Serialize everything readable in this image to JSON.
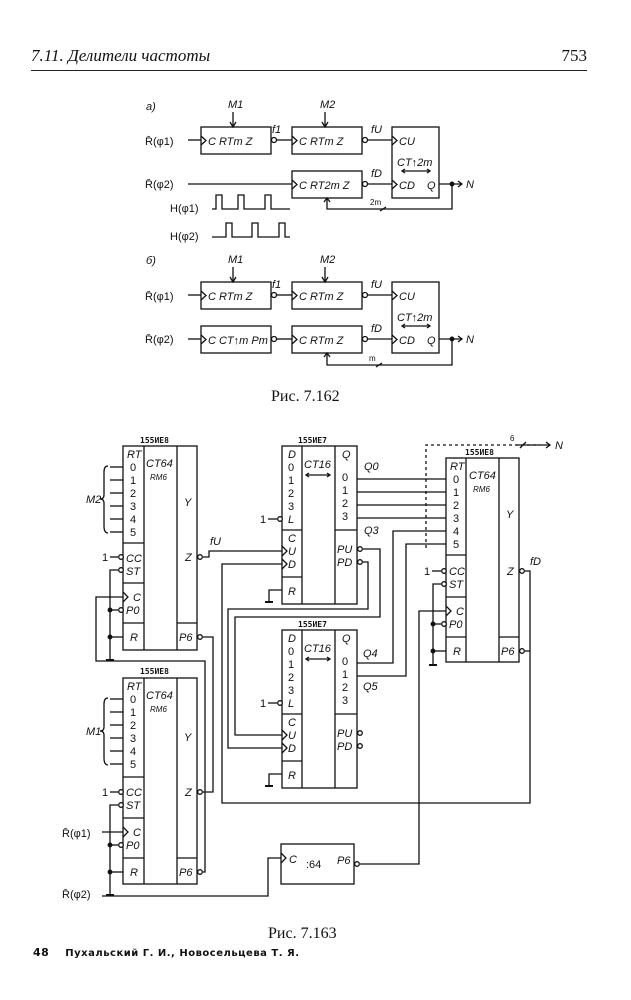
{
  "header": {
    "section": "7.11.  Делители частоты",
    "page_number": "753"
  },
  "fig162": {
    "caption": "Рис. 7.162",
    "a": {
      "label": "а)",
      "inputs": [
        "R̄(φ1)",
        "R̄(φ2)"
      ],
      "waveform_labels": [
        "H(φ1)",
        "H(φ2)"
      ],
      "block1": "C  RTm  Z",
      "block2": "C  RTm  Z",
      "block3": "C  RT2m  Z",
      "counter": {
        "cu": "CU",
        "cd": "CD",
        "name": "CT↑2m",
        "q": "Q"
      },
      "m_labels": [
        "M1",
        "M2"
      ],
      "signals": [
        "f1",
        "fU",
        "fD"
      ],
      "bus_width": "2m",
      "output": "N"
    },
    "b": {
      "label": "б)",
      "inputs": [
        "R̄(φ1)",
        "R̄(φ2)"
      ],
      "block1": "C  RTm  Z",
      "block2": "C  RTm  Z",
      "block3": "C  CT↑m  Pm",
      "block4": "C  RTm  Z",
      "counter": {
        "cu": "CU",
        "cd": "CD",
        "name": "CT↑2m",
        "q": "Q"
      },
      "m_labels": [
        "M1",
        "M2"
      ],
      "signals": [
        "f1",
        "fU",
        "fD"
      ],
      "bus_width": "m",
      "output": "N"
    }
  },
  "fig163": {
    "caption": "Рис. 7.163",
    "chips": {
      "ie8_top": {
        "part": "155ИЕ8",
        "func": "CT64",
        "func2": "RM6",
        "rt": "RT",
        "inputs": [
          "0",
          "1",
          "2",
          "3",
          "4",
          "5"
        ],
        "cc": "CC",
        "st": "ST",
        "c": "C",
        "p0": "P0",
        "r": "R",
        "y": "Y",
        "z": "Z",
        "p6": "P6",
        "bus": "M2"
      },
      "ie7_top": {
        "part": "155ИЕ7",
        "func": "CT16",
        "d": "D",
        "inputs": [
          "0",
          "1",
          "2",
          "3"
        ],
        "l": "L",
        "c": "C",
        "u": "U",
        "dn": "D",
        "r": "R",
        "q": "Q",
        "outputs": [
          "0",
          "1",
          "2",
          "3"
        ],
        "pu": "PU",
        "pd": "PD"
      },
      "ie7_bot": {
        "part": "155ИЕ7",
        "func": "CT16",
        "d": "D",
        "inputs": [
          "0",
          "1",
          "2",
          "3"
        ],
        "l": "L",
        "c": "C",
        "u": "U",
        "dn": "D",
        "r": "R",
        "q": "Q",
        "outputs": [
          "0",
          "1",
          "2",
          "3"
        ],
        "pu": "PU",
        "pd": "PD"
      },
      "ie8_right": {
        "part": "155ИЕ8",
        "func": "CT64",
        "func2": "RM6",
        "rt": "RT",
        "inputs": [
          "0",
          "1",
          "2",
          "3",
          "4",
          "5"
        ],
        "cc": "CC",
        "st": "ST",
        "c": "C",
        "p0": "P0",
        "r": "R",
        "y": "Y",
        "z": "Z",
        "p6": "P6"
      },
      "ie8_bot": {
        "part": "155ИЕ8",
        "func": "CT64",
        "func2": "RM6",
        "rt": "RT",
        "inputs": [
          "0",
          "1",
          "2",
          "3",
          "4",
          "5"
        ],
        "cc": "CC",
        "st": "ST",
        "c": "C",
        "p0": "P0",
        "r": "R",
        "y": "Y",
        "z": "Z",
        "p6": "P6",
        "bus": "M1"
      },
      "div64": {
        "c": "C",
        "func": ":64",
        "out": "P6"
      }
    },
    "signals": {
      "fU": "fU",
      "fD": "fD",
      "Q0": "Q0",
      "Q3": "Q3",
      "Q4": "Q4",
      "Q5": "Q5",
      "one": "1",
      "bus_width": "6",
      "output": "N",
      "in1": "R̄(φ1)",
      "in2": "R̄(φ2)"
    }
  },
  "footer": {
    "page": "48",
    "authors": "Пухальский Г. И., Новосельцева Т. Я."
  }
}
